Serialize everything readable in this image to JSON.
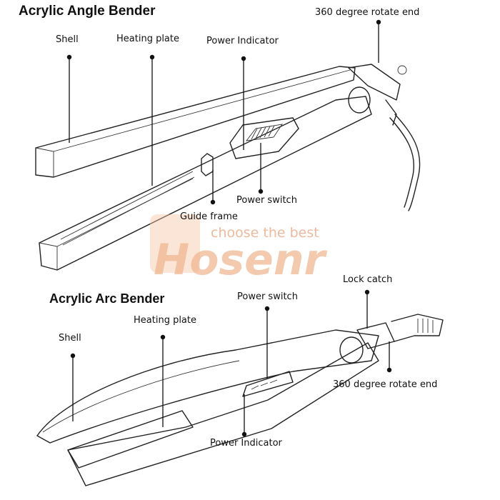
{
  "top": {
    "title": "Acrylic Angle Bender",
    "labels": {
      "shell": "Shell",
      "heating_plate": "Heating plate",
      "power_indicator": "Power Indicator",
      "rotate_end": "360 degree rotate end",
      "power_switch": "Power switch",
      "guide_frame": "Guide frame"
    }
  },
  "bottom": {
    "title": "Acrylic Arc Bender",
    "labels": {
      "shell": "Shell",
      "heating_plate": "Heating plate",
      "power_switch": "Power switch",
      "lock_catch": "Lock catch",
      "rotate_end": "360 degree rotate end",
      "power_indicator": "Power Indicator"
    }
  },
  "watermark": {
    "tagline": "choose the best",
    "brand": "Hosenr",
    "color": "#f0b48e"
  }
}
